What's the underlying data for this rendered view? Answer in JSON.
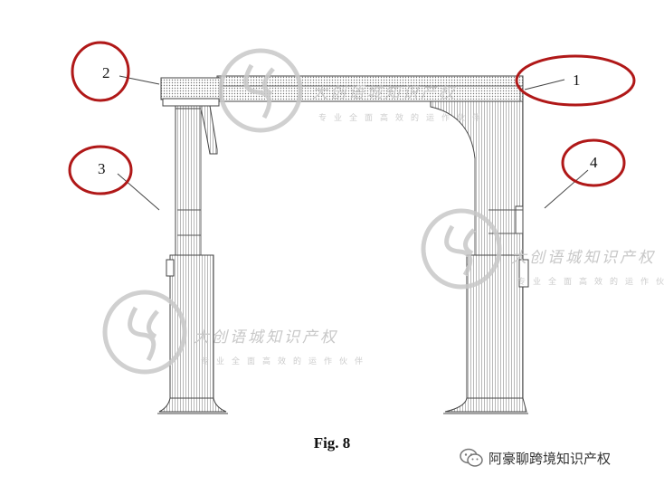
{
  "figure": {
    "caption": "Fig. 8"
  },
  "callouts": [
    {
      "id": "1",
      "label": "1"
    },
    {
      "id": "2",
      "label": "2"
    },
    {
      "id": "3",
      "label": "3"
    },
    {
      "id": "4",
      "label": "4"
    }
  ],
  "watermarks": {
    "main_text": "大创语城知识产权",
    "sub_text": "专业全面高效的运作伙伴"
  },
  "footer": {
    "account_name": "阿豪聊跨境知识产权",
    "icon": "wechat-icon"
  },
  "colors": {
    "circle_red": "#b01818",
    "line": "#444444",
    "watermark": "#c8c8c8"
  }
}
